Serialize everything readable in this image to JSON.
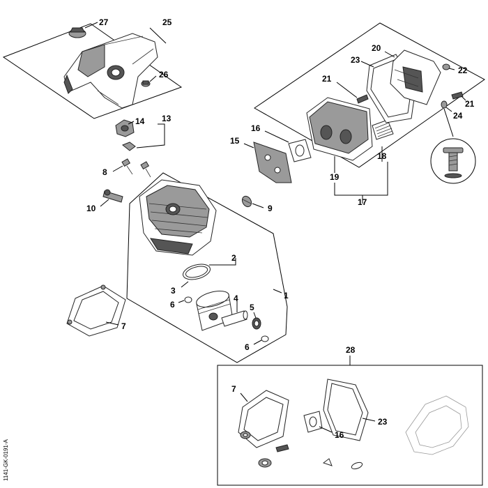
{
  "callouts": {
    "c1": "1",
    "c2": "2",
    "c3": "3",
    "c4": "4",
    "c5": "5",
    "c6a": "6",
    "c6b": "6",
    "c7a": "7",
    "c7b": "7",
    "c8": "8",
    "c9": "9",
    "c10": "10",
    "c13": "13",
    "c14": "14",
    "c15": "15",
    "c16a": "16",
    "c16b": "16",
    "c17": "17",
    "c18": "18",
    "c19": "19",
    "c20": "20",
    "c21a": "21",
    "c21b": "21",
    "c22": "22",
    "c23a": "23",
    "c23b": "23",
    "c24": "24",
    "c25": "25",
    "c26": "26",
    "c27": "27",
    "c28": "28"
  },
  "side_code": "1141-GK-0191-A"
}
